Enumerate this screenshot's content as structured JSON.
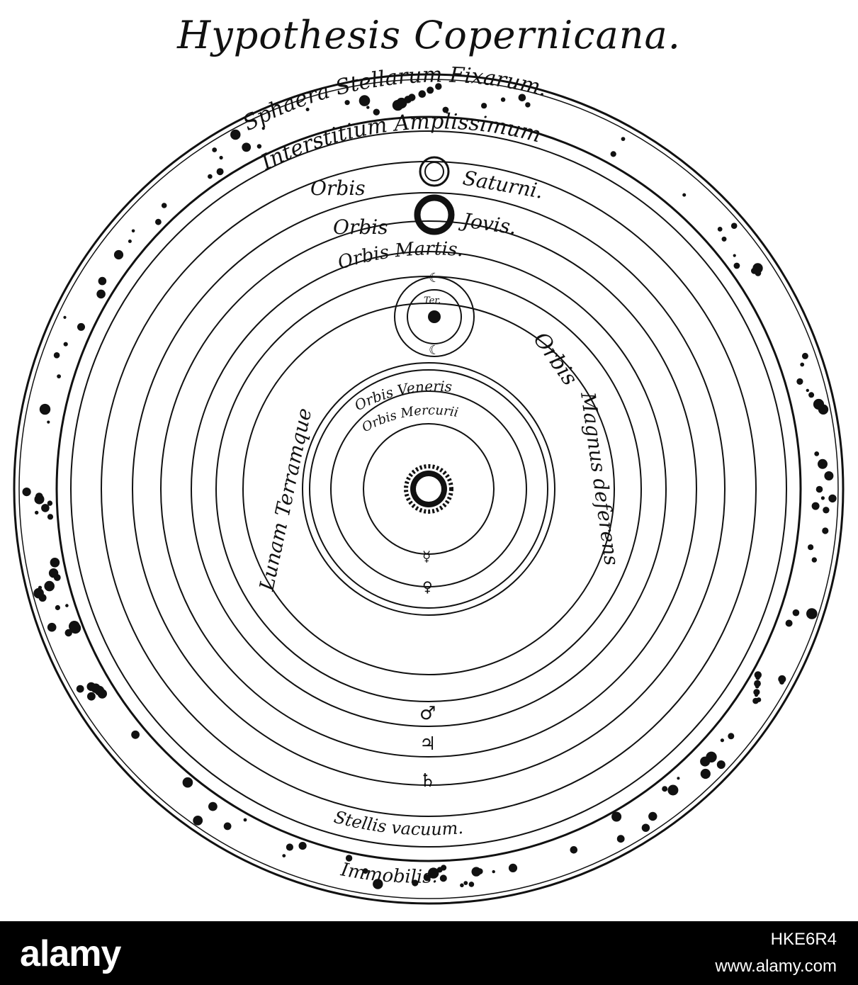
{
  "diagram": {
    "title": "Hypothesis Copernicana.",
    "labels": {
      "sphaera": "Sphaera Stellarum Fixarum.",
      "interstitium": "Interstitium Amplissimum",
      "orbis_left": "Orbis",
      "saturni": "Saturni.",
      "orbis_jovis_left": "Orbis",
      "jovis": "Jovis.",
      "orbis_martis": "Orbis Martis.",
      "terra": "Ter.",
      "orbis_magnus_1": "Orbis",
      "orbis_magnus_2": "Magnus deferens",
      "lunam": "Lunam Terramque",
      "orbis_veneris": "Orbis Veneris",
      "orbis_mercurii": "Orbis Mercurii",
      "stellis_vacuum": "Stellis vacuum.",
      "immobilis": "Immobilis."
    },
    "symbols": {
      "sun": "☉",
      "mercury": "☿",
      "venus": "♀",
      "moon": "☾",
      "mars": "♂",
      "jupiter": "♃",
      "saturn": "♄"
    },
    "colors": {
      "ink": "#111111",
      "paper": "#ffffff"
    }
  },
  "footer": {
    "brand": "alamy",
    "image_id": "HKE6R4",
    "site": "www.alamy.com"
  }
}
